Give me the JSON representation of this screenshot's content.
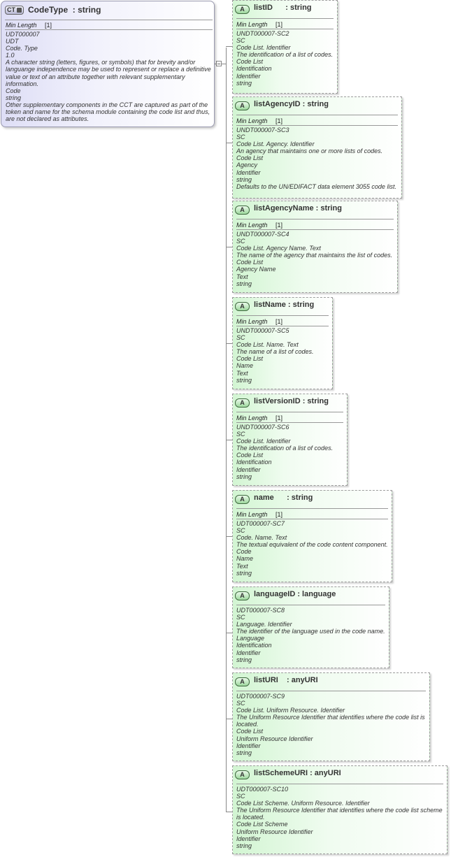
{
  "complex_type": {
    "badge": "CT",
    "title": "CodeType  : string",
    "facet_label": "Min Length",
    "facet_value": "[1]",
    "lines": [
      "UDT000007",
      "UDT",
      "Code. Type",
      "1.0",
      "A character string (letters, figures, or symbols) that for brevity and/or languange independence may be used to represent or replace a definitive value or text of an attribute together with relevant supplementary information.",
      "Code",
      "string",
      "Other supplementary components in the CCT are captured as part of the token and name for the schema module containing the code list and thus, are not declared as attributes."
    ]
  },
  "attribute_badge": "A",
  "attributes": [
    {
      "title": "listID      : string",
      "facet_label": "Min Length",
      "facet_value": "[1]",
      "lines": [
        "UNDT000007-SC2",
        "SC",
        "Code List. Identifier",
        "The identification of a list of codes.",
        "Code List",
        "Identification",
        "Identifier",
        "string"
      ]
    },
    {
      "title": "listAgencyID : string",
      "facet_label": "Min Length",
      "facet_value": "[1]",
      "lines": [
        "UNDT000007-SC3",
        "SC",
        "Code List. Agency. Identifier",
        "An agency that maintains one or more lists of codes.",
        "Code List",
        "Agency",
        "Identifier",
        "string",
        "Defaults to the UN/EDIFACT data element 3055 code list."
      ]
    },
    {
      "title": "listAgencyName : string",
      "facet_label": "Min Length",
      "facet_value": "[1]",
      "lines": [
        "UNDT000007-SC4",
        "SC",
        "Code List. Agency Name. Text",
        "The name of the agency that maintains the list of codes.",
        "Code List",
        "Agency Name",
        "Text",
        "string"
      ]
    },
    {
      "title": "listName : string",
      "facet_label": "Min Length",
      "facet_value": "[1]",
      "lines": [
        "UNDT000007-SC5",
        "SC",
        "Code List. Name. Text",
        "The name of a list of codes.",
        "Code List",
        "Name",
        "Text",
        "string"
      ]
    },
    {
      "title": "listVersionID : string",
      "facet_label": "Min Length",
      "facet_value": "[1]",
      "lines": [
        "UNDT000007-SC6",
        "SC",
        "Code List. Identifier",
        "The identification of a list of codes.",
        "Code List",
        "Identification",
        "Identifier",
        "string"
      ]
    },
    {
      "title": "name      : string",
      "facet_label": "Min Length",
      "facet_value": "[1]",
      "lines": [
        "UDT000007-SC7",
        "SC",
        "Code. Name. Text",
        "The textual equivalent of the code content component.",
        "Code",
        "Name",
        "Text",
        "string"
      ]
    },
    {
      "title": "languageID : language",
      "lines": [
        "UDT000007-SC8",
        "SC",
        "Language. Identifier",
        "The identifier of the language used in the code name.",
        "Language",
        "Identification",
        "Identifier",
        "string"
      ]
    },
    {
      "title": "listURI    : anyURI",
      "lines": [
        "UDT000007-SC9",
        "SC",
        "Code List. Uniform Resource. Identifier",
        "The Uniform Resource Identifier that identifies where the code list is located.",
        "Code List",
        "Uniform Resource Identifier",
        "Identifier",
        "string"
      ]
    },
    {
      "title": "listSchemeURI : anyURI",
      "lines": [
        "UDT000007-SC10",
        "SC",
        "Code List Scheme. Uniform Resource. Identifier",
        "The Uniform Resource Identifier that identifies where the code list scheme is located.",
        "Code List Scheme",
        "Uniform Resource Identifier",
        "Identifier",
        "string"
      ]
    }
  ]
}
